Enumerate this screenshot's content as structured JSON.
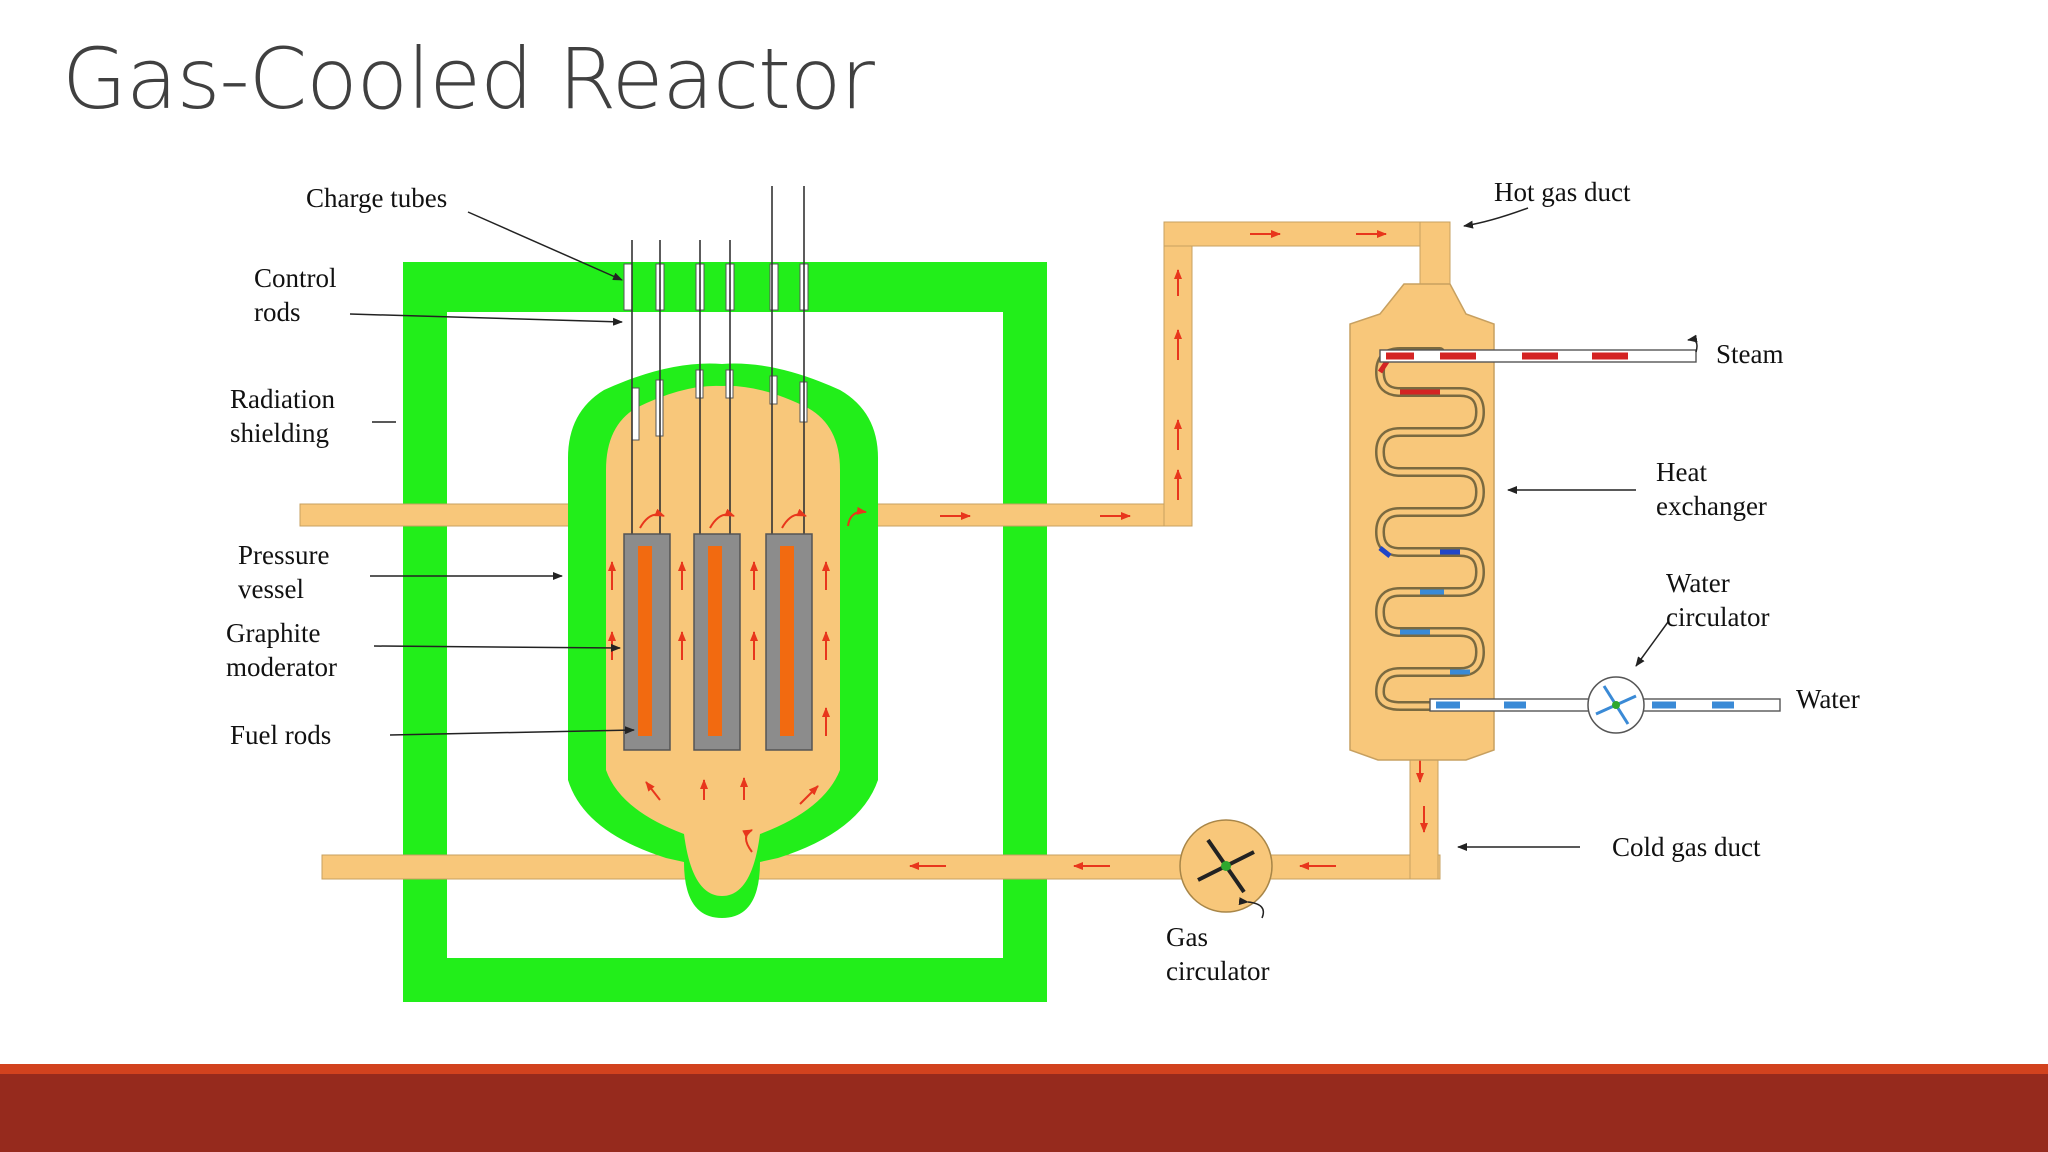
{
  "slide": {
    "title": "Gas-Cooled Reactor"
  },
  "diagram": {
    "labels": {
      "charge_tubes": "Charge tubes",
      "control_rods_1": "Control",
      "control_rods_2": "rods",
      "radiation_shielding_1": "Radiation",
      "radiation_shielding_2": "shielding",
      "pressure_vessel_1": "Pressure",
      "pressure_vessel_2": "vessel",
      "graphite_moderator_1": "Graphite",
      "graphite_moderator_2": "moderator",
      "fuel_rods": "Fuel rods",
      "hot_gas_duct": "Hot gas duct",
      "steam": "Steam",
      "heat_exchanger_1": "Heat",
      "heat_exchanger_2": "exchanger",
      "water_circulator_1": "Water",
      "water_circulator_2": "circulator",
      "water": "Water",
      "cold_gas_duct": "Cold gas duct",
      "gas_circulator_1": "Gas",
      "gas_circulator_2": "circulator"
    },
    "colors": {
      "shielding": "#22ee1a",
      "gas": "#f8c77a",
      "graphite": "#8c8c8c",
      "fuel": "#f26a10",
      "flow_arrow": "#e8361c",
      "steam": "#d42424",
      "water": "#3a8ad6"
    }
  },
  "footer": {
    "accent_color": "#d2421e",
    "bar_color": "#962a1d"
  }
}
